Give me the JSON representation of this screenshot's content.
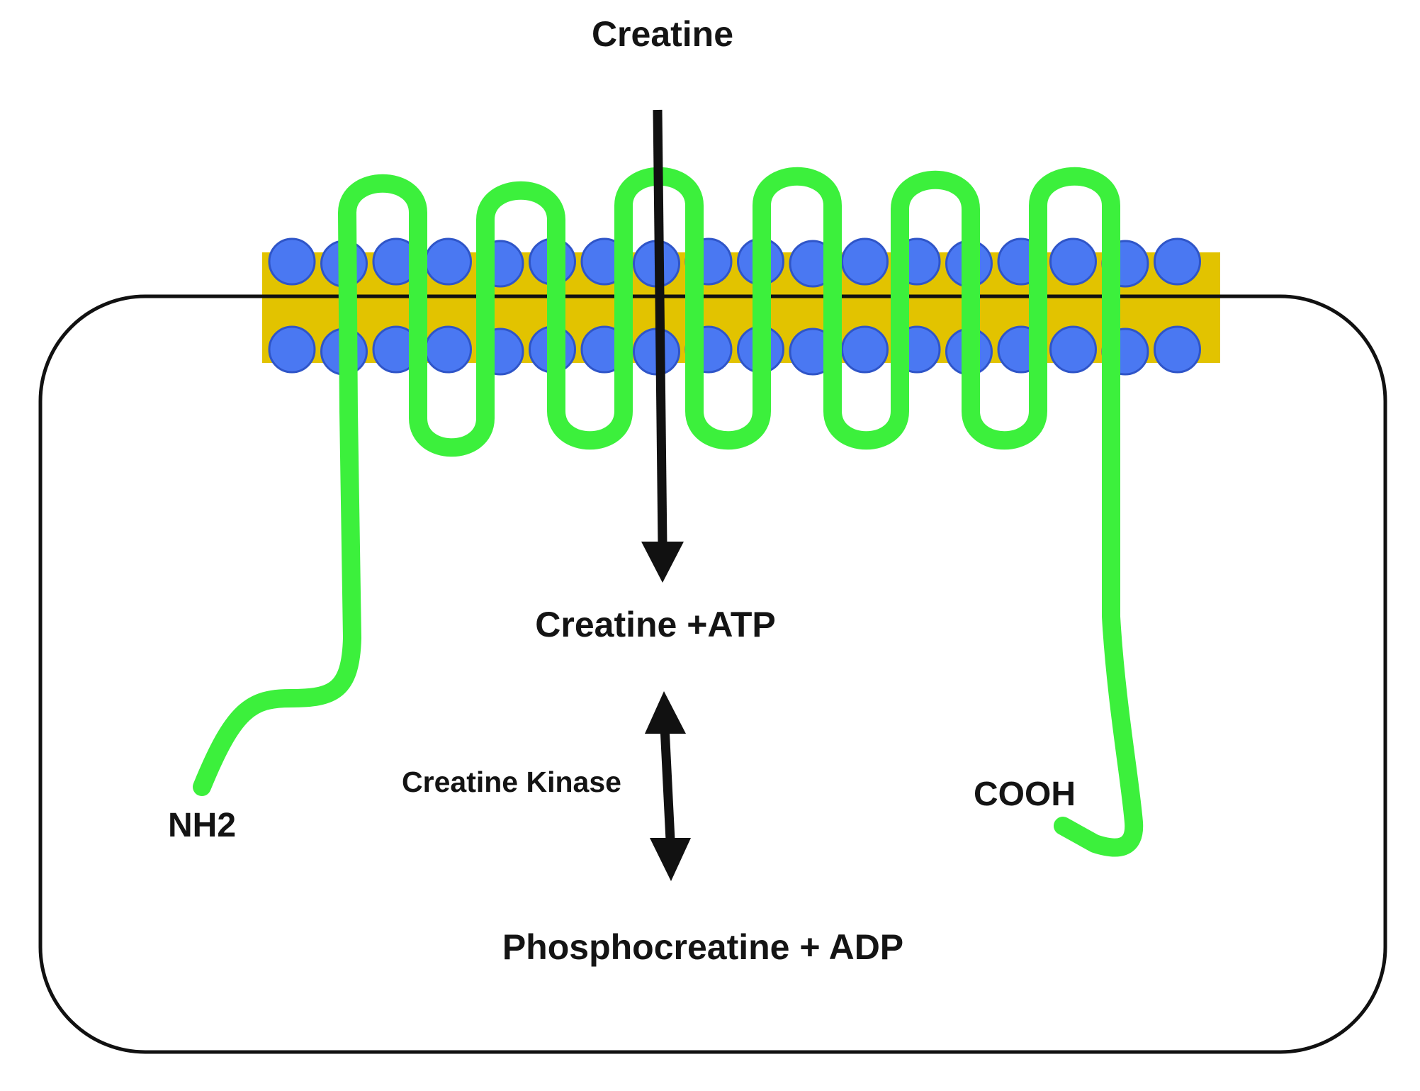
{
  "labels": {
    "creatine_top": "Creatine",
    "creatine_atp": "Creatine +ATP",
    "creatine_kinase": "Creatine Kinase",
    "phosphocreatine_adp": "Phosphocreatine + ADP",
    "nh2": "NH2",
    "cooh": "COOH"
  },
  "colors": {
    "transporter": "#3CF03C",
    "lipid_head": "#4A78F2",
    "lipid_head_stroke": "#2F55C8",
    "lipid_core": "#E2C300",
    "membrane_line": "#111111",
    "arrow": "#111111",
    "text": "#141414"
  }
}
